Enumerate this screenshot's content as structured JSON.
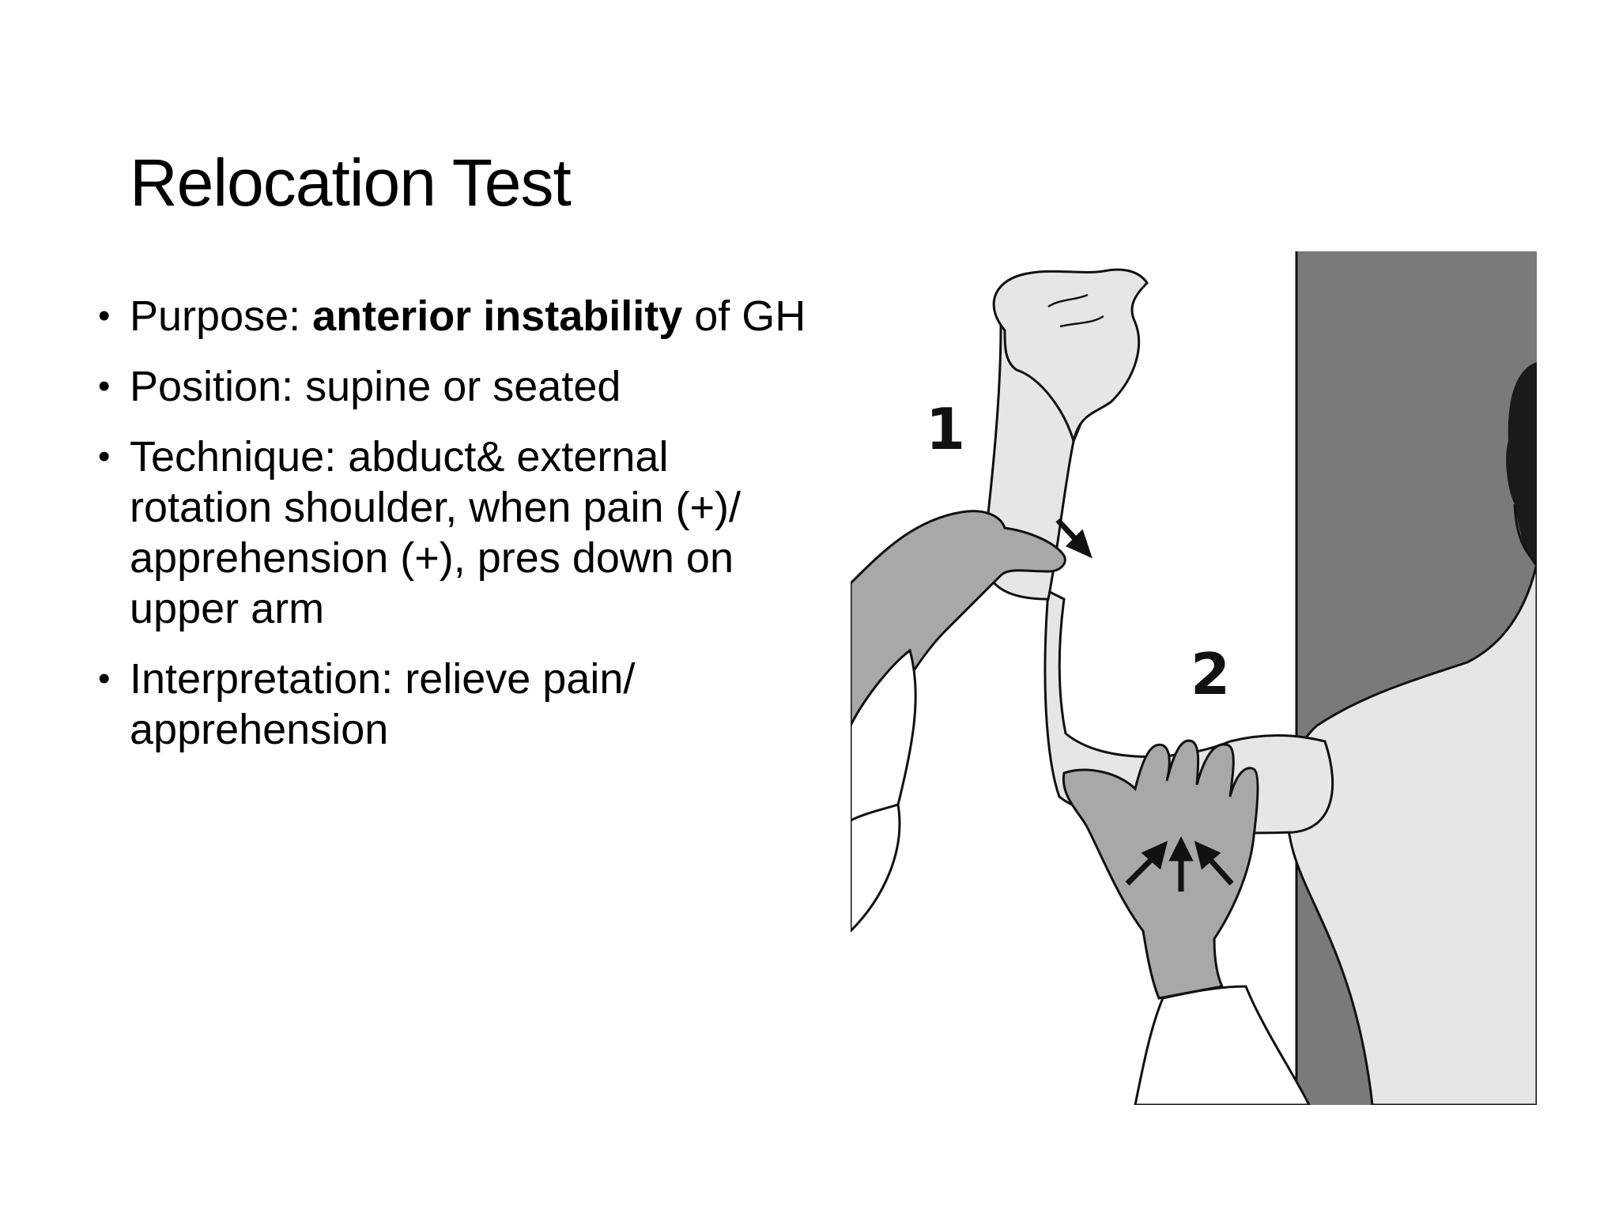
{
  "slide": {
    "title": "Relocation Test",
    "bullets": [
      {
        "pre": "Purpose: ",
        "bold": "anterior instability",
        "post": " of GH"
      },
      {
        "pre": "Position: supine or seated",
        "bold": "",
        "post": ""
      },
      {
        "pre": "Technique: abduct& external rotation shoulder, when pain (+)/ apprehension (+), pres down on upper arm",
        "bold": "",
        "post": ""
      },
      {
        "pre": "Interpretation: relieve pain/ apprehension",
        "bold": "",
        "post": ""
      }
    ],
    "bullet_glyph": "•"
  },
  "figure": {
    "step1_label": "1",
    "step2_label": "2",
    "colors": {
      "wall": "#7a7a7a",
      "skin": "#e6e6e6",
      "examiner_hand": "#a8a8a8",
      "outline": "#111111"
    }
  }
}
